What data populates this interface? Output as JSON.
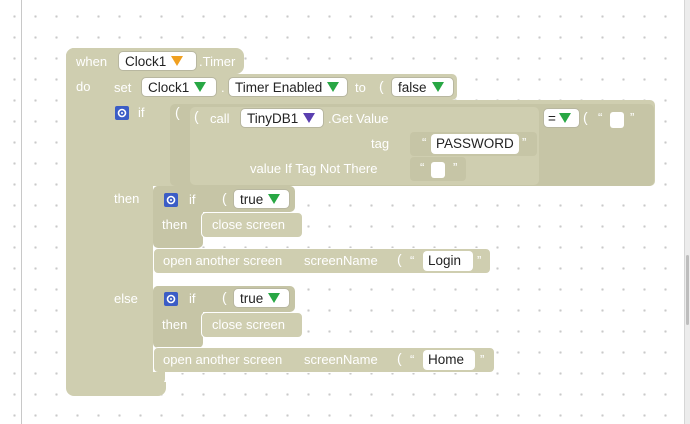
{
  "event": {
    "when": "when",
    "component": "Clock1",
    "event_name": ".Timer",
    "do": "do"
  },
  "set_block": {
    "set": "set",
    "component": "Clock1",
    "property": "Timer Enabled",
    "to": "to",
    "value": "false"
  },
  "if_block": {
    "if": "if",
    "then": "then",
    "else": "else"
  },
  "call_block": {
    "call": "call",
    "component": "TinyDB1",
    "method": ".Get Value",
    "tag_label": "tag",
    "tag_value": "PASSWORD",
    "default_label": "value If Tag Not There"
  },
  "compare": {
    "op": "="
  },
  "inner_if_1": {
    "if": "if",
    "cond": "true",
    "then": "then",
    "action": "close screen"
  },
  "open_screen_1": {
    "label": "open another screen",
    "param": "screenName",
    "value": "Login"
  },
  "inner_if_2": {
    "if": "if",
    "cond": "true",
    "then": "then",
    "action": "close screen"
  },
  "open_screen_2": {
    "label": "open another screen",
    "param": "screenName",
    "value": "Home"
  },
  "colors": {
    "block": "#cfceb0",
    "green_arrow": "#28a744",
    "purple_arrow": "#5a3fb0",
    "orange_arrow": "#f0a020",
    "gear": "#3b5dc6"
  }
}
